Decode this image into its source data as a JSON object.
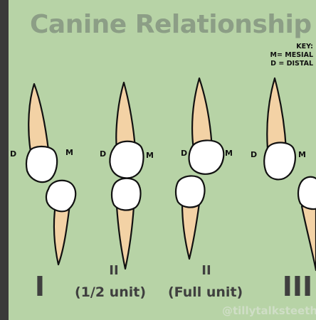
{
  "title": "Canine Relationship",
  "key": {
    "heading": "KEY:",
    "mesial": "M= MESIAL",
    "distal": "D = DISTAL"
  },
  "labels": {
    "distal": "D",
    "mesial": "M"
  },
  "classes": [
    {
      "numeral": "I",
      "caption": ""
    },
    {
      "numeral": "II",
      "caption": "(1/2 unit)"
    },
    {
      "numeral": "II",
      "caption": "(Full unit)"
    },
    {
      "numeral": "III",
      "caption": ""
    }
  ],
  "watermark": "@tillytalksteeth",
  "colors": {
    "background": "#b7d3a6",
    "root": "#f3d2a5",
    "crown": "#ffffff",
    "outline": "#111111",
    "title": "#8c9e86"
  }
}
